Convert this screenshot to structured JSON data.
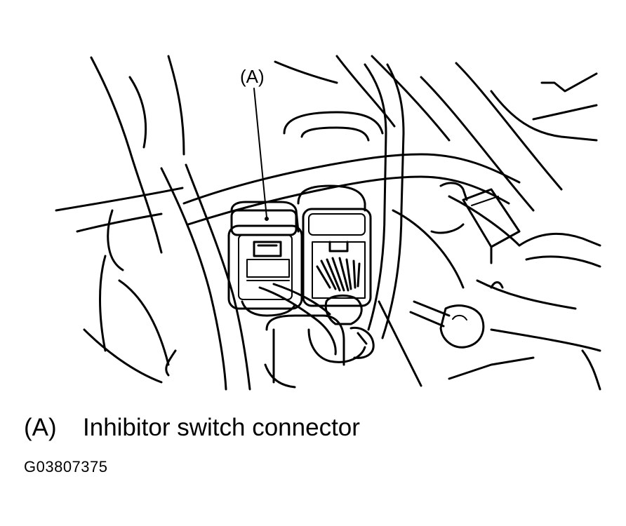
{
  "illustration": {
    "callout_label": "(A)"
  },
  "legend": [
    {
      "key": "(A)",
      "text": "Inhibitor switch connector"
    }
  ],
  "figure_id": "G03807375"
}
